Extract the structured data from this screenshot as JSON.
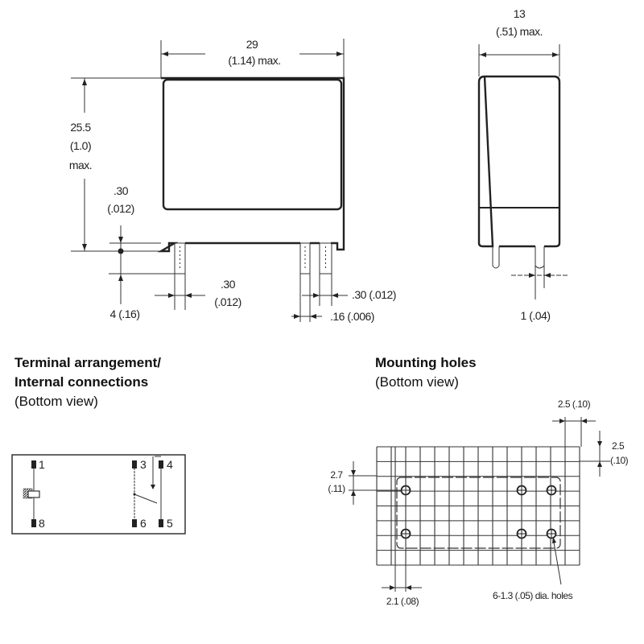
{
  "front_view": {
    "width_mm": "29",
    "width_in": "(1.14) max.",
    "height_mm": "25.5",
    "height_in": "(1.0)",
    "height_max": "max.",
    "base_gap_mm": ".30",
    "base_gap_in": "(.012)",
    "pin_length": "4 (.16)",
    "pin_width_mm": ".30",
    "pin_width_in": "(.012)",
    "pin_width_right": ".30 (.012)",
    "pin_thickness": ".16 (.006)"
  },
  "side_view": {
    "width_mm": "13",
    "width_in": "(.51) max.",
    "pin_dim": "1 (.04)"
  },
  "terminal_section": {
    "title_line1": "Terminal arrangement/",
    "title_line2": "Internal connections",
    "subtitle": "(Bottom view)",
    "pins": [
      "1",
      "8",
      "3",
      "6",
      "4",
      "5"
    ]
  },
  "mounting_section": {
    "title": "Mounting holes",
    "subtitle": "(Bottom view)",
    "dim_top": "2.5 (.10)",
    "dim_right_mm": "2.5",
    "dim_right_in": "(.10)",
    "dim_left_mm": "2.7",
    "dim_left_in": "(.11)",
    "dim_bottom": "2.1 (.08)",
    "holes_note": "6-1.3 (.05) dia. holes"
  }
}
